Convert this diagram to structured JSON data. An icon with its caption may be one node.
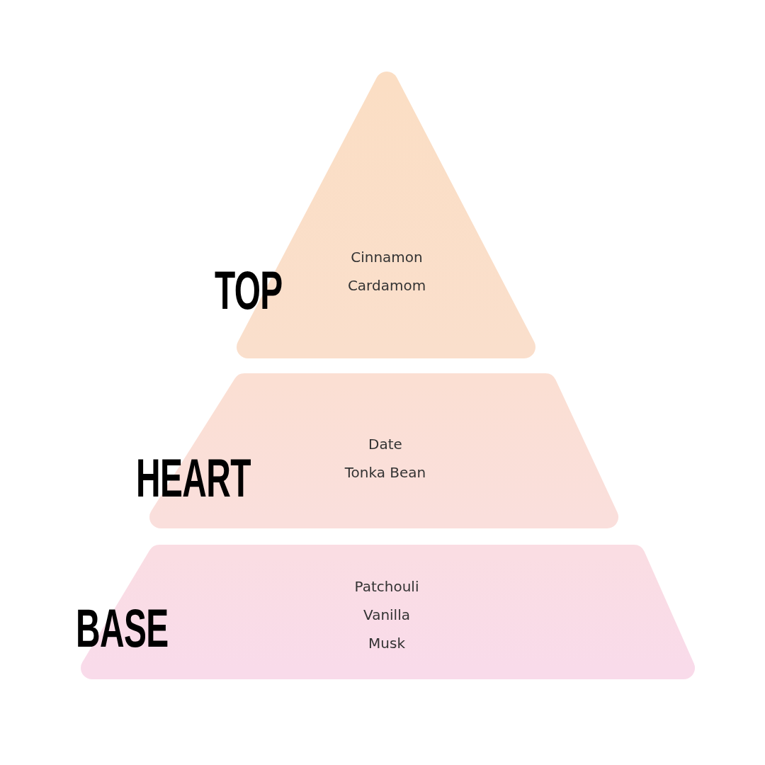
{
  "diagram": {
    "nodes": [
      {
        "text": [
          "TOP",
          "Cinnamon",
          "Cardamom"
        ]
      },
      {
        "text": [
          "HEART",
          "Date",
          "Tonka Bean"
        ]
      },
      {
        "text": [
          "BASE",
          "Patchouli",
          "Vanilla",
          "Musk"
        ]
      }
    ]
  }
}
